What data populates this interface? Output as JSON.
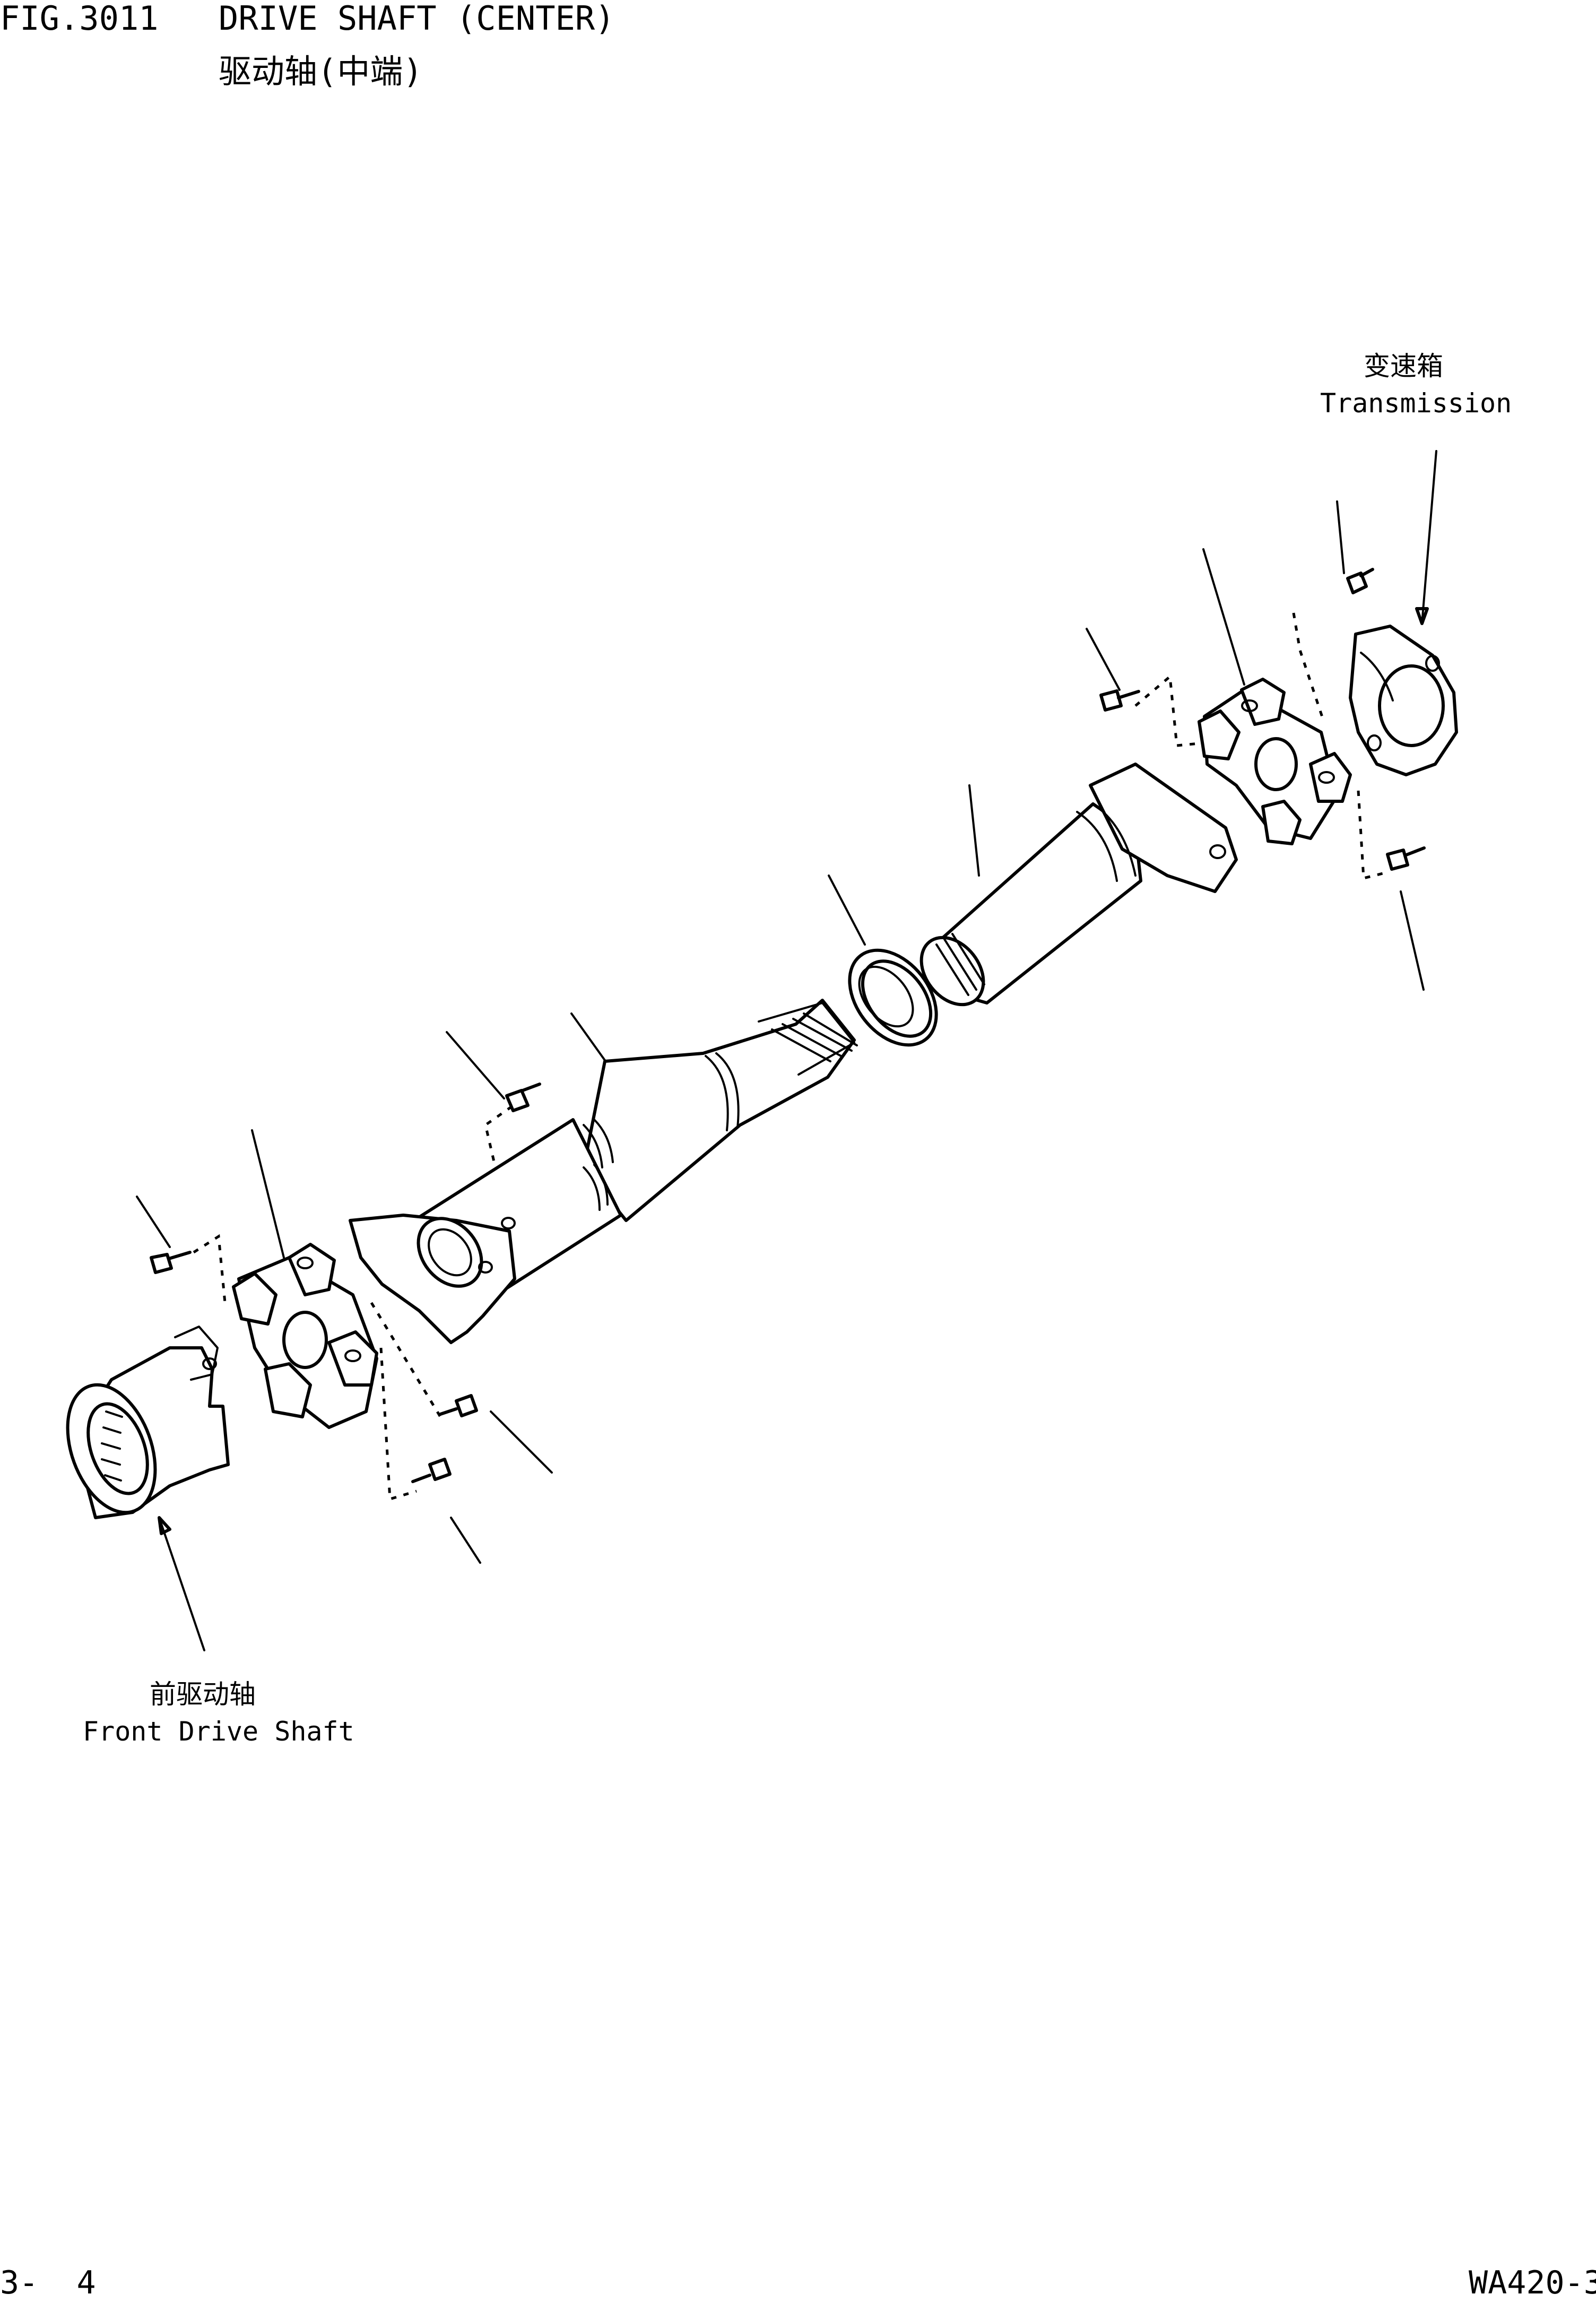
{
  "header": {
    "fig_number": "FIG.3011",
    "title_en": "DRIVE SHAFT (CENTER)",
    "title_cn": "驱动轴(中端)"
  },
  "labels": {
    "transmission_cn": "变速箱",
    "transmission_en": "Transmission",
    "front_drive_shaft_cn": "前驱动轴",
    "front_drive_shaft_en": "Front Drive Shaft"
  },
  "footer": {
    "page_number": "3-  4",
    "model_code": "WA420-3"
  }
}
